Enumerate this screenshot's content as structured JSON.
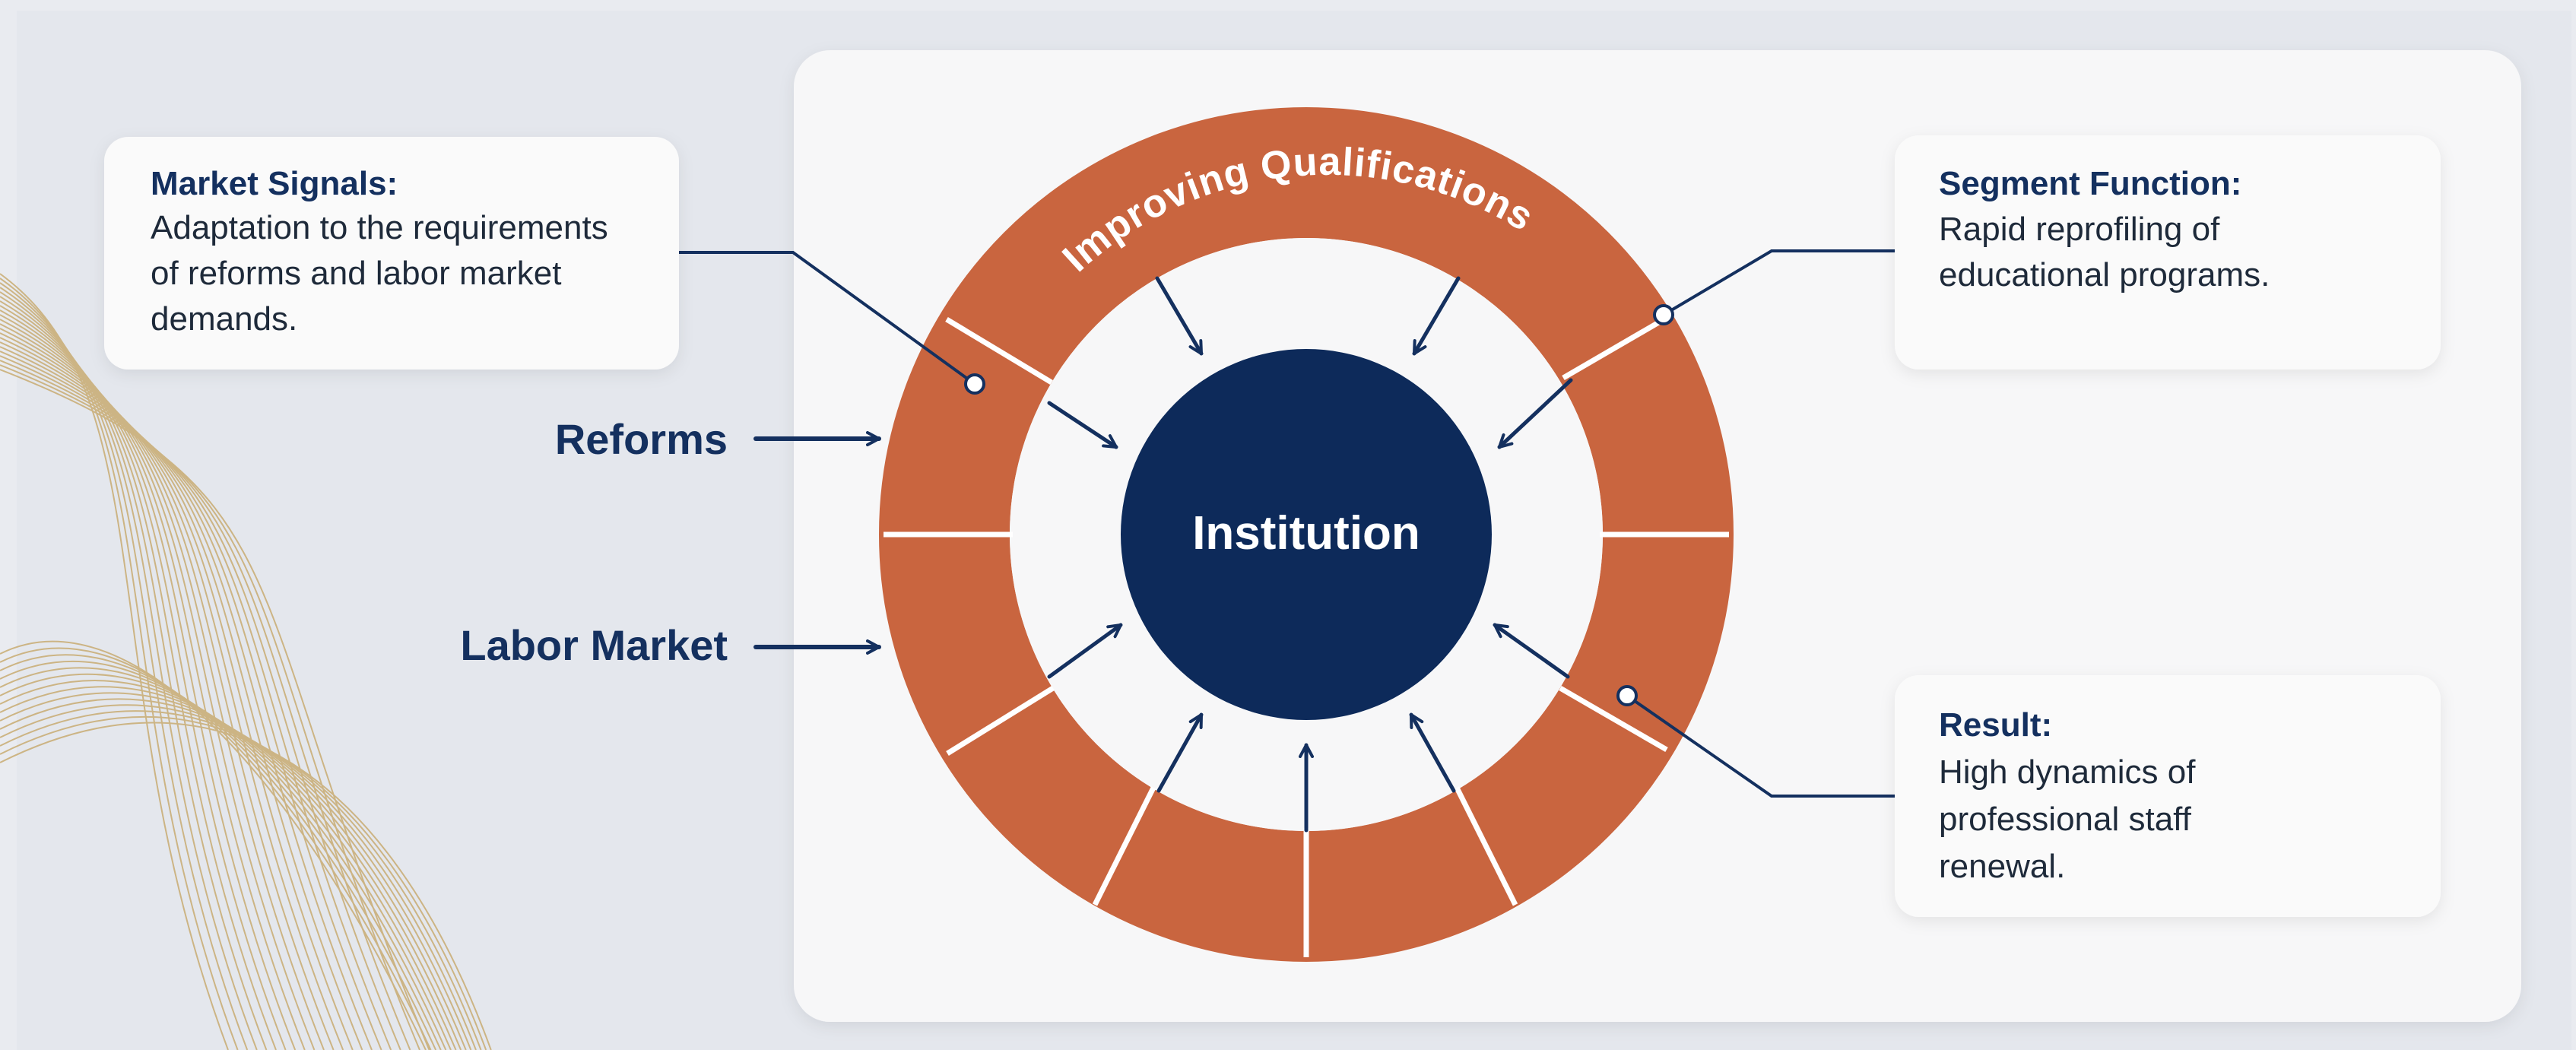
{
  "colors": {
    "background": "#e9ebf0",
    "panel": "#f7f7f8",
    "ring": "#c9653f",
    "center": "#0d2a5a",
    "navy": "#14305f",
    "decor_lines": "#c7a86a"
  },
  "center": {
    "label": "Institution"
  },
  "ring": {
    "arc_label": "Improving Qualifications"
  },
  "inputs": {
    "reforms": "Reforms",
    "labor_market": "Labor Market"
  },
  "callouts": {
    "market_signals": {
      "title": "Market Signals:",
      "body": [
        "Adaptation to the requirements",
        "of reforms and labor market",
        "demands."
      ]
    },
    "segment_function": {
      "title": "Segment Function:",
      "body": [
        "Rapid reprofiling of",
        "educational programs."
      ]
    },
    "result": {
      "title": "Result:",
      "body": [
        "High dynamics of",
        "professional staff",
        "renewal."
      ]
    }
  }
}
